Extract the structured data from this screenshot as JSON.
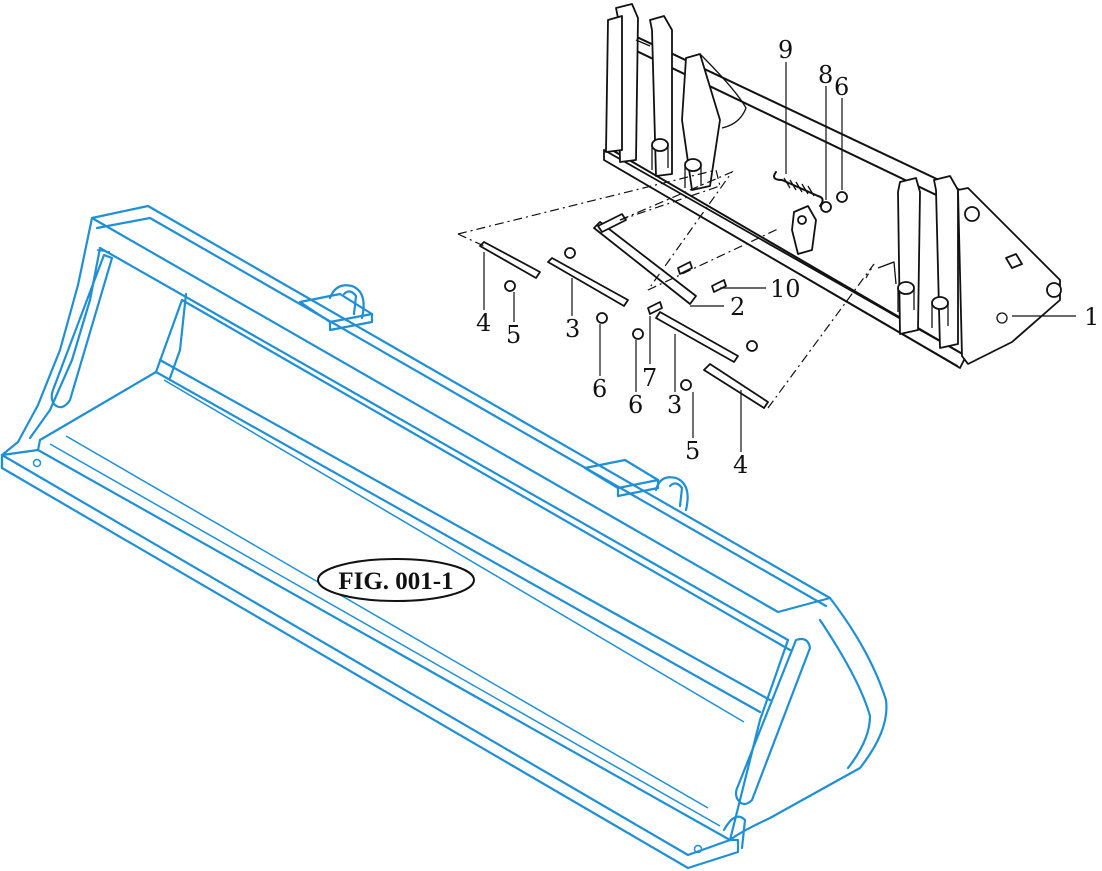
{
  "figure": {
    "label": "FIG. 001-1"
  },
  "callouts": [
    {
      "id": "c-1",
      "text": "1"
    },
    {
      "id": "c-2",
      "text": "2"
    },
    {
      "id": "c-3a",
      "text": "3"
    },
    {
      "id": "c-3b",
      "text": "3"
    },
    {
      "id": "c-4a",
      "text": "4"
    },
    {
      "id": "c-4b",
      "text": "4"
    },
    {
      "id": "c-5a",
      "text": "5"
    },
    {
      "id": "c-5b",
      "text": "5"
    },
    {
      "id": "c-6a",
      "text": "6"
    },
    {
      "id": "c-6b",
      "text": "6"
    },
    {
      "id": "c-6c",
      "text": "6"
    },
    {
      "id": "c-7",
      "text": "7"
    },
    {
      "id": "c-8",
      "text": "8"
    },
    {
      "id": "c-9",
      "text": "9"
    },
    {
      "id": "c-10",
      "text": "10"
    }
  ],
  "colors": {
    "bucket": "#1f8fd6",
    "frame": "#111111"
  }
}
